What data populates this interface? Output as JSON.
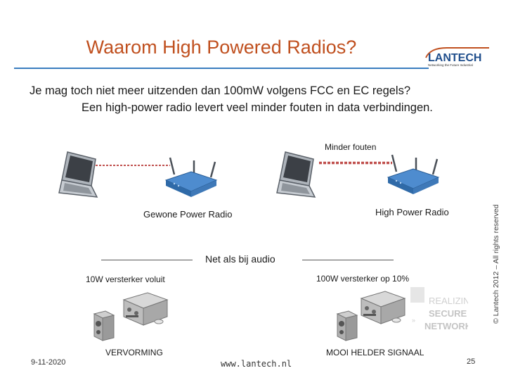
{
  "slide": {
    "title": "Waarom High Powered Radios?",
    "subtitle_line1": "Je mag toch niet meer uitzenden dan 100mW volgens FCC en EC regels?",
    "subtitle_line2": "Een high-power radio levert veel minder fouten in data verbindingen.",
    "logo": {
      "name": "LANTECH",
      "tagline": "Networking the Future Industrial"
    },
    "copyright": "© Lantech 2012 – All rights reserved"
  },
  "radio_comparison": {
    "left_label": "Gewone Power Radio",
    "right_top_label": "Minder fouten",
    "right_label": "High Power Radio"
  },
  "audio_comparison": {
    "heading": "Net als bij audio",
    "left_label": "10W versterker voluit",
    "left_result": "VERVORMING",
    "right_label": "100W versterker op 10%",
    "right_result": "MOOI HELDER SIGNAAL"
  },
  "watermark": {
    "line1": "REALIZING",
    "line2": "SECURE",
    "line3": "NETWORKS"
  },
  "footer": {
    "date": "9-11-2020",
    "website": "www.lantech.nl",
    "page_number": "25"
  },
  "colors": {
    "title": "#c0501f",
    "rule": "#3a7dbf",
    "signal_left": "#c0504d",
    "signal_right": "#c0504d",
    "device_blue": "#3f79b8"
  }
}
